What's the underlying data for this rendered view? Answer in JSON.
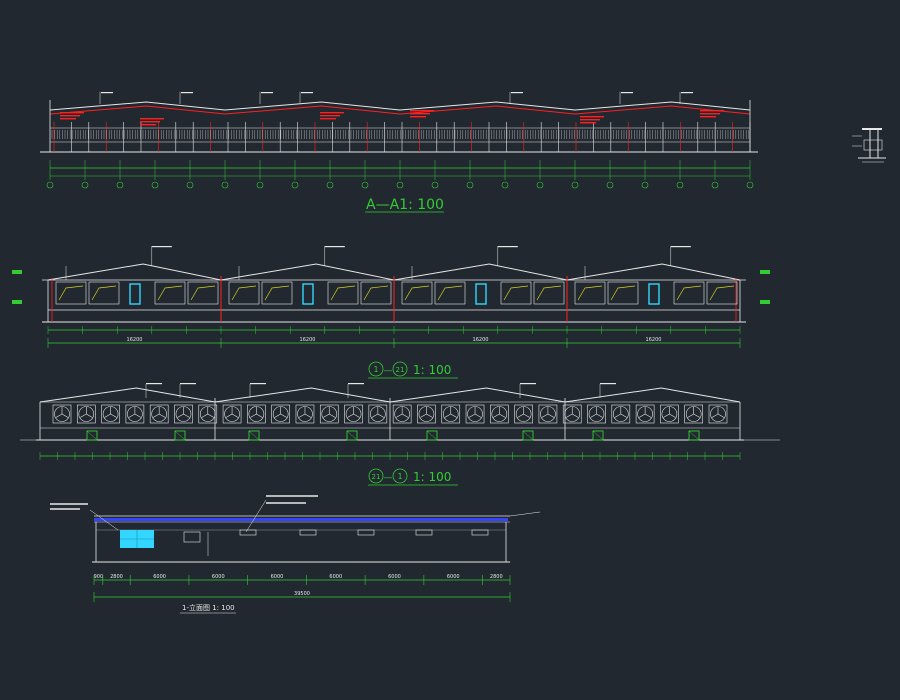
{
  "colors": {
    "background": "#212830",
    "structure": "#e8e8e8",
    "dimension": "#33cc33",
    "section_red": "#ff2020",
    "window_cyan": "#33d6ff",
    "roof_blue": "#3344ff",
    "title": "#33cc33"
  },
  "drawing_1": {
    "title": "A—A1: 100",
    "grid_count": 21
  },
  "drawing_2": {
    "title_circle_a": "1",
    "title_dash": "—",
    "title_circle_b": "21",
    "title_scale": "1: 100",
    "bay_dimensions": [
      "16200",
      "16200",
      "16200",
      "16200"
    ]
  },
  "drawing_3": {
    "title_circle_a": "21",
    "title_dash": "—",
    "title_circle_b": "1",
    "title_scale": "1: 100",
    "fan_count": 28
  },
  "drawing_4": {
    "title": "1-立面图 1: 100",
    "segment_dimensions": [
      "900",
      "2800",
      "6000",
      "6000",
      "6000",
      "6000",
      "6000",
      "6000",
      "2800"
    ],
    "total_dimension": "39500"
  },
  "icons": [
    "fan-icon",
    "window-icon",
    "door-icon",
    "grid-axis-bubble-icon"
  ]
}
